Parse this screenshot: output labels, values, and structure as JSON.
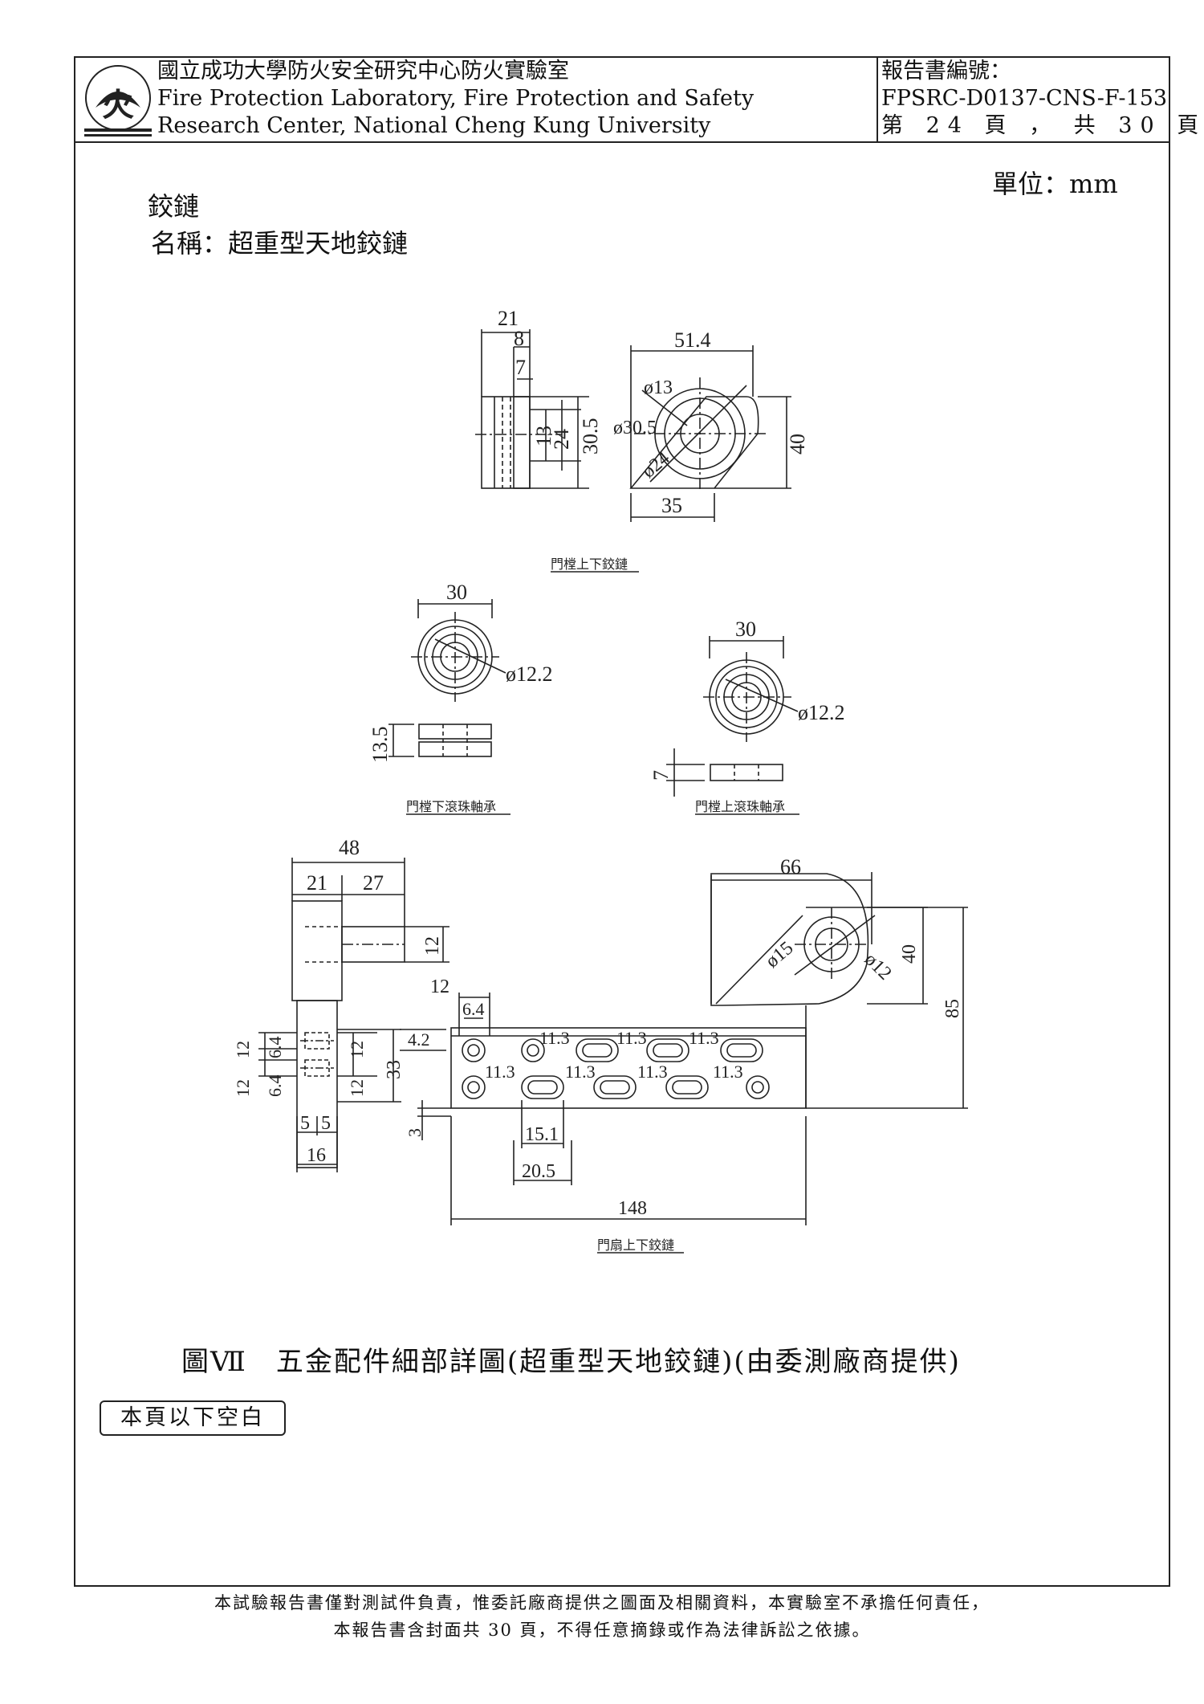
{
  "header": {
    "lab_name_zh": "國立成功大學防火安全研究中心防火實驗室",
    "lab_name_en_1": "Fire Protection Laboratory, Fire Protection and Safety",
    "lab_name_en_2": "Research Center, National Cheng Kung University",
    "report_no_label": "報告書編號：",
    "report_no": "FPSRC-D0137-CNS-F-153",
    "page_info": "第 24 頁 ， 共 30 頁",
    "logo_char": "火"
  },
  "unit": "單位：mm",
  "section_title": "鉸鏈",
  "item_name": "名稱：超重型天地鉸鏈",
  "drawing": {
    "top_label": "門樘上下鉸鏈",
    "bearing_lower_label": "門樘下滾珠軸承",
    "bearing_upper_label": "門樘上滾珠軸承",
    "leaf_label": "門扇上下鉸鏈",
    "dims": {
      "d21": "21",
      "d8": "8",
      "d7": "7",
      "d13": "13",
      "d24": "24",
      "d30_5": "30.5",
      "d51_4": "51.4",
      "phi13": "ø13",
      "phi30_5": "ø30.5",
      "phi24": "ø24",
      "d40": "40",
      "d35": "35",
      "d30a": "30",
      "phi12_2a": "ø12.2",
      "d13_5": "13.5",
      "d30b": "30",
      "phi12_2b": "ø12.2",
      "d7b": "7",
      "d48": "48",
      "d21b": "21",
      "d27": "27",
      "d12a": "12",
      "d12b": "12",
      "d6_4a": "6.4",
      "d12c": "12",
      "d6_4b": "6.4",
      "d12d": "12",
      "d12e": "12",
      "d33": "33",
      "d5a": "5",
      "d5b": "5",
      "d16": "16",
      "d12f": "12",
      "d6_4c": "6.4",
      "d4_2": "4.2",
      "d3": "3",
      "d11_3a": "11.3",
      "d11_3b": "11.3",
      "d11_3c": "11.3",
      "d11_3d": "11.3",
      "d11_3e": "11.3",
      "d11_3f": "11.3",
      "d11_3g": "11.3",
      "d15_1": "15.1",
      "d20_5": "20.5",
      "d148": "148",
      "d66": "66",
      "phi15": "ø15",
      "phi12": "ø12",
      "d40b": "40",
      "d85": "85"
    }
  },
  "caption": "圖Ⅶ　五金配件細部詳圖(超重型天地鉸鏈)(由委測廠商提供)",
  "blank_note": "本頁以下空白",
  "footer": {
    "line1": "本試驗報告書僅對測試件負責，惟委託廠商提供之圖面及相關資料，本實驗室不承擔任何責任，",
    "line2": "本報告書含封面共 30 頁，不得任意摘錄或作為法律訴訟之依據。"
  }
}
